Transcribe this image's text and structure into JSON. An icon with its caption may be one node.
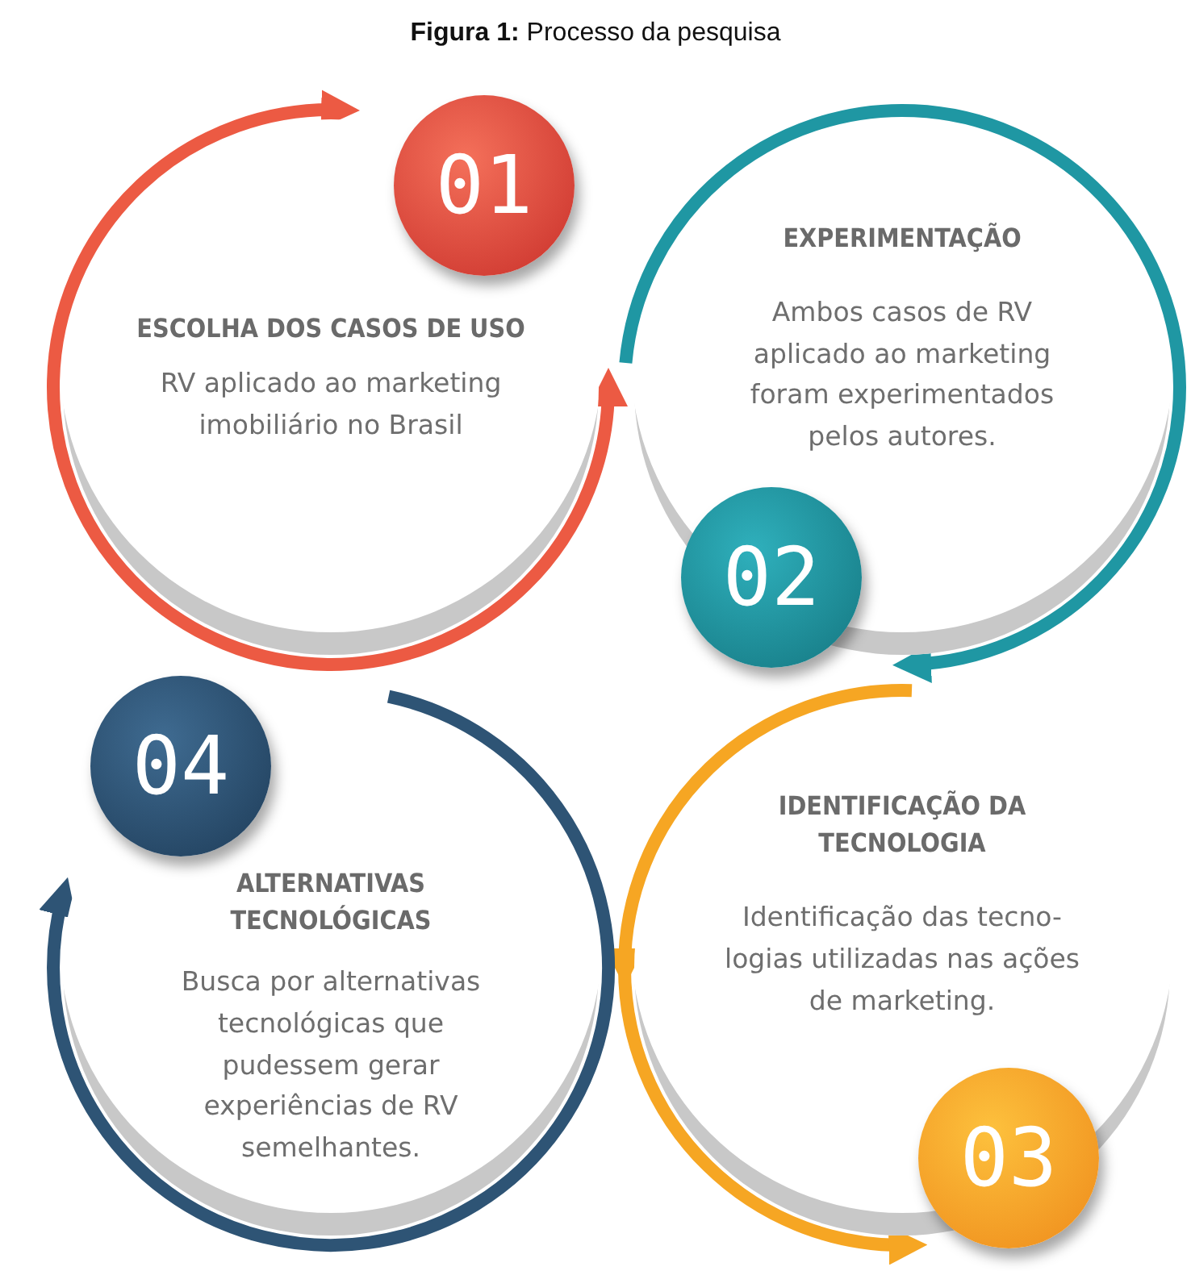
{
  "diagram": {
    "title": "**Figura 1:** Processo da pesquisa",
    "nodes": [
      {
        "text": [
          "ESCOLHA DOS CASOS DE USO",
          "RV aplicado ao marketing imobiliário no Brasil"
        ]
      },
      {
        "text": [
          "EXPERIMENTAÇÃO",
          "Ambos casos de RV aplicado ao marketing foram experimentados pelos autores."
        ]
      },
      {
        "text": [
          "IDENTIFICAÇÃO DA TECNOLOGIA",
          "Identificação das tecno- logias utilizadas nas ações de marketing."
        ]
      },
      {
        "text": [
          "ALTERNATIVAS TECNOLÓGICAS",
          "Busca por alternativas tecnológicas que pudessem gerar experiências de RV semelhantes."
        ]
      },
      {
        "text": [
          "01"
        ]
      },
      {
        "text": [
          "02"
        ]
      },
      {
        "text": [
          "03"
        ]
      },
      {
        "text": [
          "04"
        ]
      }
    ],
    "edges": [
      {
        "from": 0,
        "to": 1,
        "arrow": "both",
        "color": "#ec5a43"
      },
      {
        "from": 1,
        "to": 2,
        "arrow": "to",
        "color": "#1f97a3"
      },
      {
        "from": 2,
        "to": 3,
        "arrow": "to",
        "color": "#f6a623"
      },
      {
        "from": 2,
        "to": 6,
        "arrow": "to",
        "color": "#f6a623"
      },
      {
        "from": null,
        "to": 3,
        "arrow": "to",
        "color": "#2e5475"
      }
    ]
  }
}
